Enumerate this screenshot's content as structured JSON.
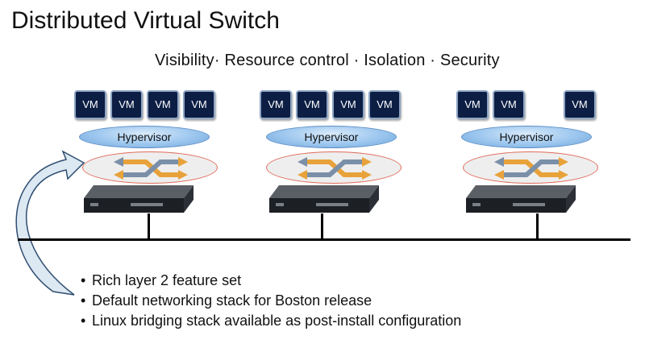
{
  "title": "Distributed Virtual Switch",
  "subtitle": "Visibility· Resource control · Isolation · Security",
  "hosts": [
    {
      "vms": [
        "VM",
        "VM",
        "VM",
        "VM"
      ],
      "hypervisor": "Hypervisor"
    },
    {
      "vms": [
        "VM",
        "VM",
        "VM",
        "VM"
      ],
      "hypervisor": "Hypervisor"
    },
    {
      "vms": [
        "VM",
        "VM",
        "VM"
      ],
      "hypervisor": "Hypervisor"
    }
  ],
  "bullets": [
    "Rich layer 2 feature set",
    "Default networking stack for Boston release",
    "Linux bridging stack available as post-install configuration"
  ],
  "colors": {
    "vm_fill": "#0c1e44",
    "hypervisor_fill": "#9cc6ee",
    "switch_border": "#e06b5a",
    "switch_icon": "#e8a23a",
    "arrow_fill": "#dce8f2"
  }
}
